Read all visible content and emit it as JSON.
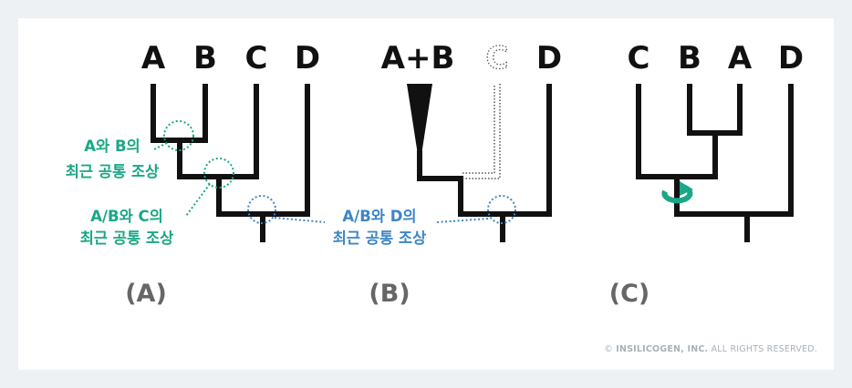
{
  "panels": [
    {
      "label": "(A)",
      "leaves": [
        "A",
        "B",
        "C",
        "D"
      ],
      "annotations": [
        {
          "line1": "A와 B의",
          "line2": "최근 공통 조상",
          "color": "#1aa786"
        },
        {
          "line1": "A/B와 C의",
          "line2": "최근 공통 조상",
          "color": "#1aa786"
        },
        {
          "line1": "A/B와 D의",
          "line2": "최근 공통 조상",
          "color": "#3d85c6"
        }
      ]
    },
    {
      "label": "(B)",
      "leaves": [
        "A+B",
        "C",
        "D"
      ]
    },
    {
      "label": "(C)",
      "leaves": [
        "C",
        "B",
        "A",
        "D"
      ],
      "rotation_marker_color": "#1aa786"
    }
  ],
  "copyright": {
    "symbol": "©",
    "company": "INSILICOGEN, INC.",
    "rest": "ALL RIGHTS RESERVED."
  },
  "colors": {
    "tree": "#111111",
    "green": "#1aa786",
    "blue": "#3d85c6",
    "panel_label": "#666666"
  }
}
